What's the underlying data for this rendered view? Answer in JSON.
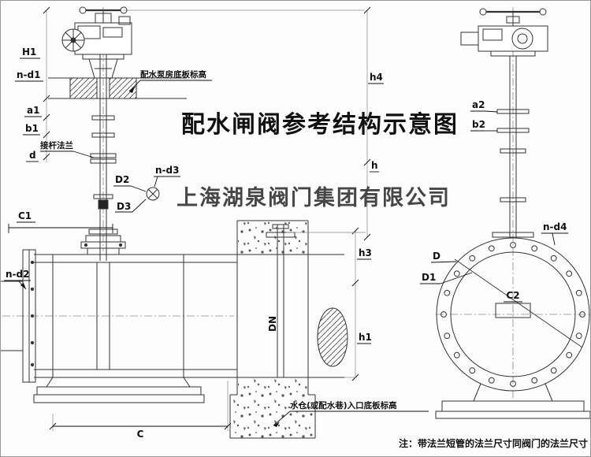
{
  "title": "配水闸阀参考结构示意图",
  "watermark": "上海湖泉阀门集团有限公司",
  "footnote": "注：带法兰短管的法兰尺寸同阀门的法兰尺寸",
  "annotations": {
    "pump_floor": "配水泵房底板标高",
    "rod_flange": "接杆法兰",
    "inlet_floor": "水仓(或配水巷)入口底板标高"
  },
  "dims": {
    "H1": "H1",
    "n_d1": "n-d1",
    "a1": "a1",
    "b1": "b1",
    "d": "d",
    "D2": "D2",
    "n_d3": "n-d3",
    "D3": "D3",
    "C1": "C1",
    "n_d2": "n-d2",
    "C": "C",
    "DN": "DN",
    "h4": "h4",
    "h": "h",
    "h3": "h3",
    "h1": "h1",
    "a2": "a2",
    "b2": "b2",
    "n_d4": "n-d4",
    "D": "D",
    "D1": "D1",
    "C2": "C2"
  },
  "colors": {
    "title": "#ff0000",
    "watermark": "#1f1f1f",
    "line": "#333333"
  }
}
